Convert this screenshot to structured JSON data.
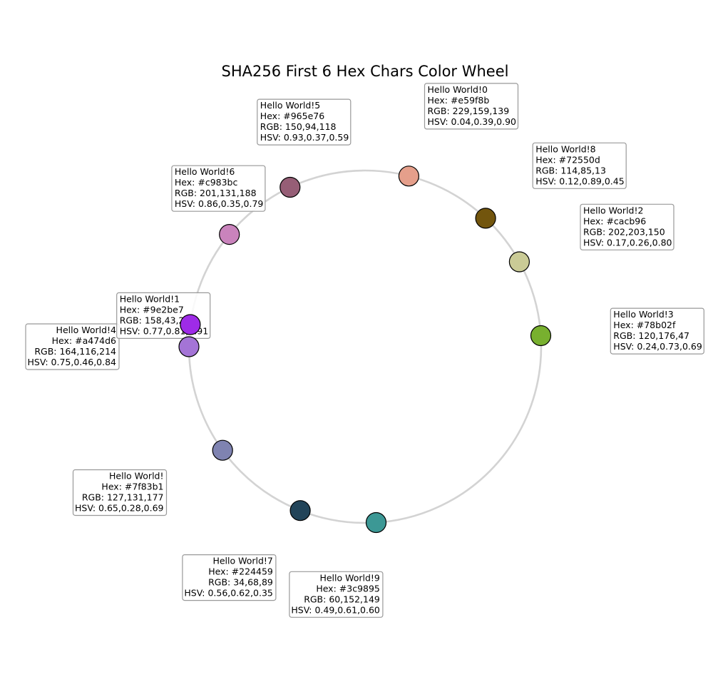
{
  "chart_data": {
    "type": "scatter",
    "title": "SHA256 First 6 Hex Chars Color Wheel",
    "ring": {
      "color": "#d3d3d3"
    },
    "points": [
      {
        "name": "Hello World!3",
        "hex": "#78b02f",
        "rgb": "120,176,47",
        "hsv": "0.24,0.73,0.69",
        "hue": 0.24,
        "text_align": "left"
      },
      {
        "name": "Hello World!2",
        "hex": "#cacb96",
        "rgb": "202,203,150",
        "hsv": "0.17,0.26,0.80",
        "hue": 0.17,
        "text_align": "left"
      },
      {
        "name": "Hello World!8",
        "hex": "#72550d",
        "rgb": "114,85,13",
        "hsv": "0.12,0.89,0.45",
        "hue": 0.12,
        "text_align": "left"
      },
      {
        "name": "Hello World!0",
        "hex": "#e59f8b",
        "rgb": "229,159,139",
        "hsv": "0.04,0.39,0.90",
        "hue": 0.04,
        "text_align": "left"
      },
      {
        "name": "Hello World!9",
        "hex": "#3c9895",
        "rgb": "60,152,149",
        "hsv": "0.49,0.61,0.60",
        "hue": 0.49,
        "text_align": "right"
      },
      {
        "name": "Hello World!7",
        "hex": "#224459",
        "rgb": "34,68,89",
        "hsv": "0.56,0.62,0.35",
        "hue": 0.56,
        "text_align": "right"
      },
      {
        "name": "Hello World!",
        "hex": "#7f83b1",
        "rgb": "127,131,177",
        "hsv": "0.65,0.28,0.69",
        "hue": 0.65,
        "text_align": "right"
      },
      {
        "name": "Hello World!4",
        "hex": "#a474d6",
        "rgb": "164,116,214",
        "hsv": "0.75,0.46,0.84",
        "hue": 0.75,
        "text_align": "right"
      },
      {
        "name": "Hello World!1",
        "hex": "#9e2be7",
        "rgb": "158,43,231",
        "hsv": "0.77,0.81,0.91",
        "hue": 0.77,
        "text_align": "left"
      },
      {
        "name": "Hello World!6",
        "hex": "#c983bc",
        "rgb": "201,131,188",
        "hsv": "0.86,0.35,0.79",
        "hue": 0.86,
        "text_align": "left"
      },
      {
        "name": "Hello World!5",
        "hex": "#965e76",
        "rgb": "150,94,118",
        "hsv": "0.93,0.37,0.59",
        "hue": 0.93,
        "text_align": "left"
      }
    ]
  }
}
